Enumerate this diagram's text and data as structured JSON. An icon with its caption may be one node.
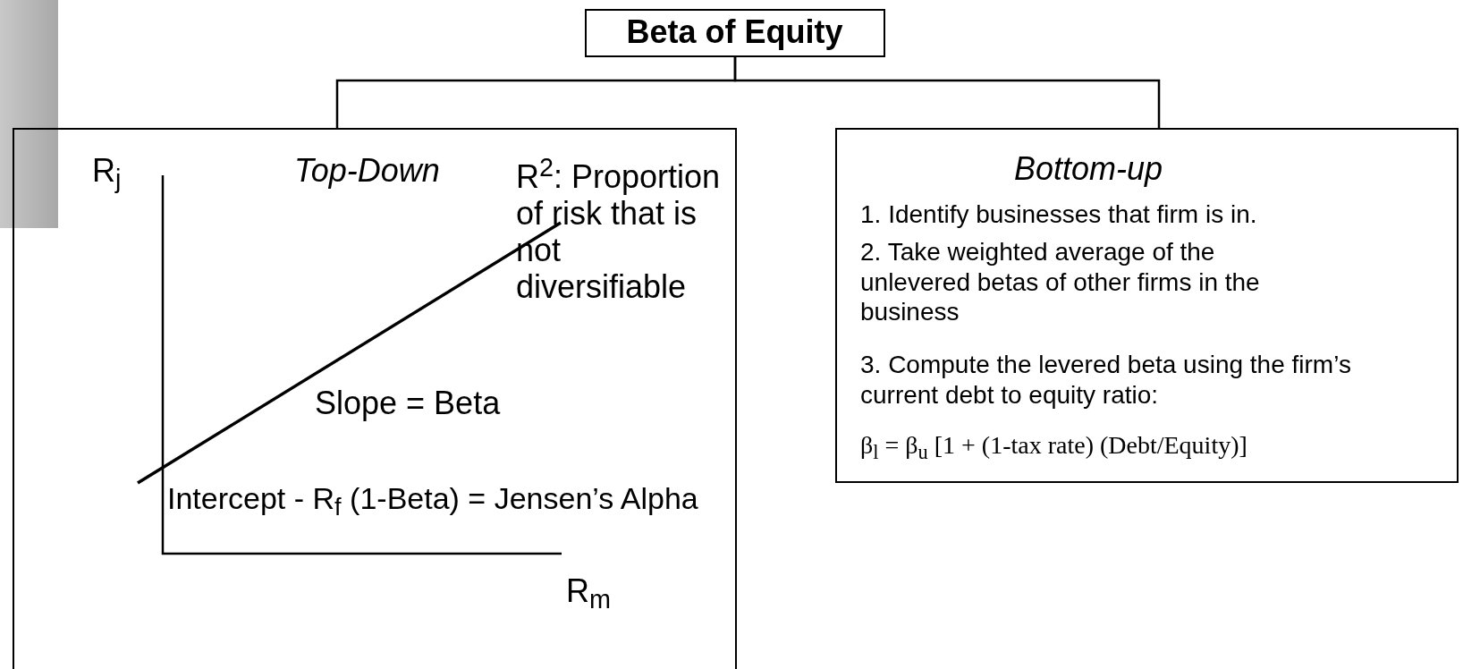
{
  "diagram": {
    "nodes": [
      {
        "text": [
          "Beta of Equity"
        ]
      },
      {
        "text": [
          "R$_{j}$",
          "Top-Down",
          "R$^{2}$: Proportion of risk that is not diversifiable",
          "Slope = Beta",
          "Intercept - R$_{f}$ (1-Beta) = Jensen’s Alpha",
          "R$_{m}$"
        ]
      },
      {
        "text": [
          "Bottom-up",
          "1. Identify businesses that firm is in.",
          "2. Take weighted average of the unlevered betas of other firms in the business",
          "3. Compute the levered beta using the firm’s current debt to equity ratio:",
          "β$_{l}$ = β$_{u}$ [1 + (1-tax rate) (Debt/Equity)]"
        ]
      }
    ],
    "edges": [
      {
        "from": 0,
        "to": 1,
        "arrow": "none"
      },
      {
        "from": 0,
        "to": 2,
        "arrow": "none"
      }
    ]
  }
}
